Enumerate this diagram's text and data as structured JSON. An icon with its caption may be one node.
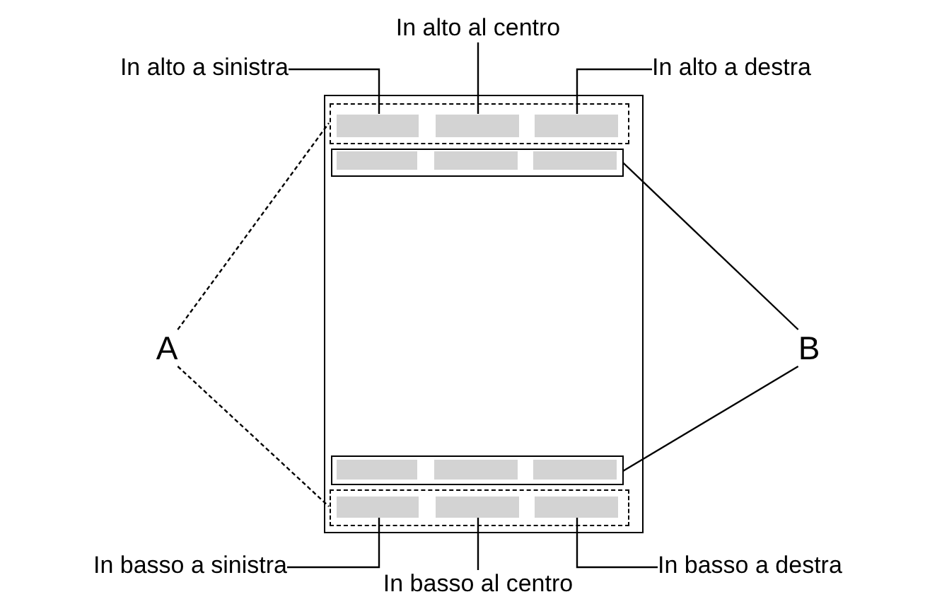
{
  "diagram": {
    "nodes": [
      {
        "text": [
          "In alto a sinistra"
        ]
      },
      {
        "text": [
          "In alto al centro"
        ]
      },
      {
        "text": [
          "In alto a destra"
        ]
      },
      {
        "text": [],
        "shape": "box"
      },
      {
        "text": [],
        "shape": "box",
        "in": 3
      },
      {
        "text": [],
        "shape": "bar",
        "in": 4
      },
      {
        "text": [],
        "shape": "bar",
        "in": 4
      },
      {
        "text": [],
        "shape": "bar",
        "in": 4
      },
      {
        "text": [],
        "shape": "box",
        "in": 3
      },
      {
        "text": [],
        "shape": "bar",
        "in": 8
      },
      {
        "text": [],
        "shape": "bar",
        "in": 8
      },
      {
        "text": [],
        "shape": "bar",
        "in": 8
      },
      {
        "text": [
          "A"
        ]
      },
      {
        "text": [
          "B"
        ]
      },
      {
        "text": [],
        "shape": "box",
        "in": 3
      },
      {
        "text": [],
        "shape": "bar",
        "in": 14
      },
      {
        "text": [],
        "shape": "bar",
        "in": 14
      },
      {
        "text": [],
        "shape": "bar",
        "in": 14
      },
      {
        "text": [],
        "shape": "box",
        "in": 3
      },
      {
        "text": [],
        "shape": "bar",
        "in": 18
      },
      {
        "text": [],
        "shape": "bar",
        "in": 18
      },
      {
        "text": [],
        "shape": "bar",
        "in": 18
      },
      {
        "text": [
          "In basso a sinistra"
        ]
      },
      {
        "text": [
          "In basso al centro"
        ]
      },
      {
        "text": [
          "In basso a destra"
        ]
      }
    ],
    "edges": [
      {
        "from": 0,
        "to": 5,
        "arrow": "none"
      },
      {
        "from": 1,
        "to": 6,
        "arrow": "none"
      },
      {
        "from": 2,
        "to": 7,
        "arrow": "none"
      },
      {
        "from": 12,
        "to": 4,
        "arrow": "none",
        "style": "dashed"
      },
      {
        "from": 12,
        "to": 18,
        "arrow": "none",
        "style": "dashed"
      },
      {
        "from": 13,
        "to": 8,
        "arrow": "none"
      },
      {
        "from": 13,
        "to": 14,
        "arrow": "none"
      },
      {
        "from": 22,
        "to": 19,
        "arrow": "none"
      },
      {
        "from": 23,
        "to": 20,
        "arrow": "none"
      },
      {
        "from": 24,
        "to": 21,
        "arrow": "none"
      }
    ]
  }
}
